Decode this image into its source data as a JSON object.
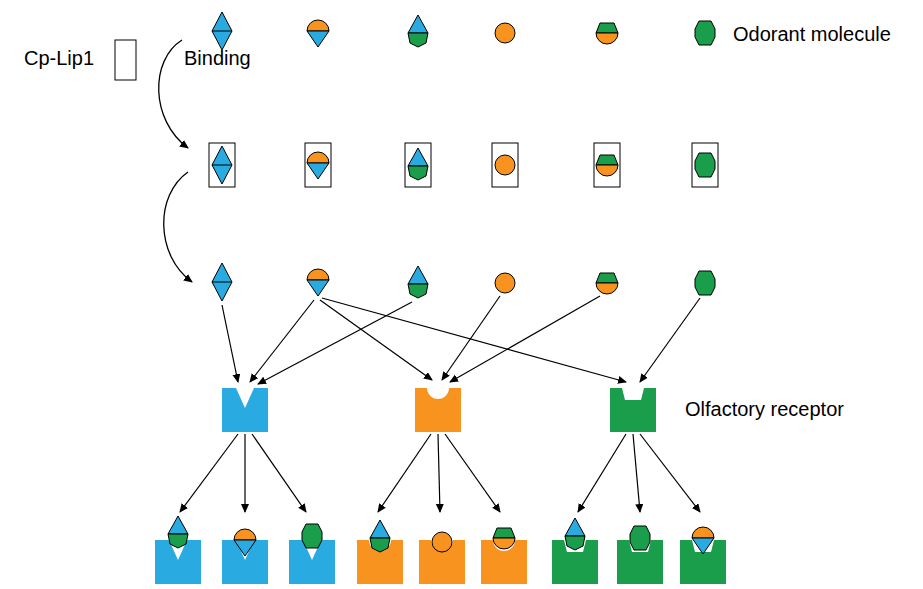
{
  "diagram": {
    "labels": [
      "Cp-Lip1",
      "Binding",
      "Odorant molecule",
      "Olfactory receptor"
    ]
  }
}
